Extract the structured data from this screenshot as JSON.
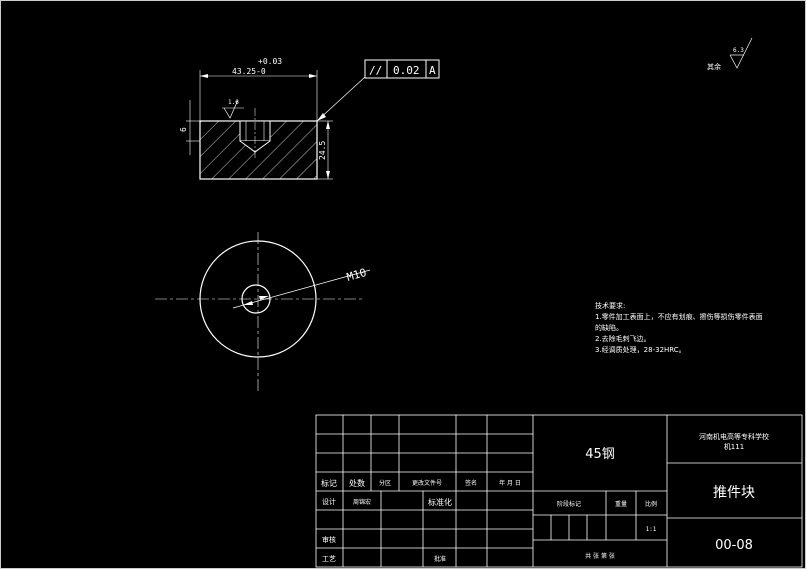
{
  "drawing": {
    "dim_width": "43.25-0",
    "dim_tolerance": "+0.03",
    "dim_height": "24.5",
    "dim_left": "6",
    "roughness_local": "1.6",
    "roughness_general_value": "6.3",
    "roughness_general_label": "其余",
    "tolerance_symbol": "//",
    "tolerance_value": "0.02",
    "datum": "A",
    "thread": "M10"
  },
  "requirements": {
    "title": "技术要求:",
    "line1": "1.零件加工表面上，不应有划痕、擦伤等损伤零件表面",
    "line1b": "的缺陷。",
    "line2": "2.去除毛刺飞边。",
    "line3": "3.经调质处理，28-32HRC。"
  },
  "title_block": {
    "material": "45钢",
    "school": "河南机电高等专科学校",
    "class": "机111",
    "part_name": "推件块",
    "drawing_no": "00-08",
    "col_mark": "标记",
    "col_count": "处数",
    "col_zone": "分区",
    "col_doc": "更改文件号",
    "col_sign": "签名",
    "col_date": "年 月 日",
    "row_design": "设计",
    "designer": "周锦宏",
    "standard": "标准化",
    "stage": "阶段标记",
    "weight": "重量",
    "scale_label": "比例",
    "scale": "1:1",
    "review": "审核",
    "process": "工艺",
    "approve": "批准",
    "sheets": "共  张  第  张"
  }
}
